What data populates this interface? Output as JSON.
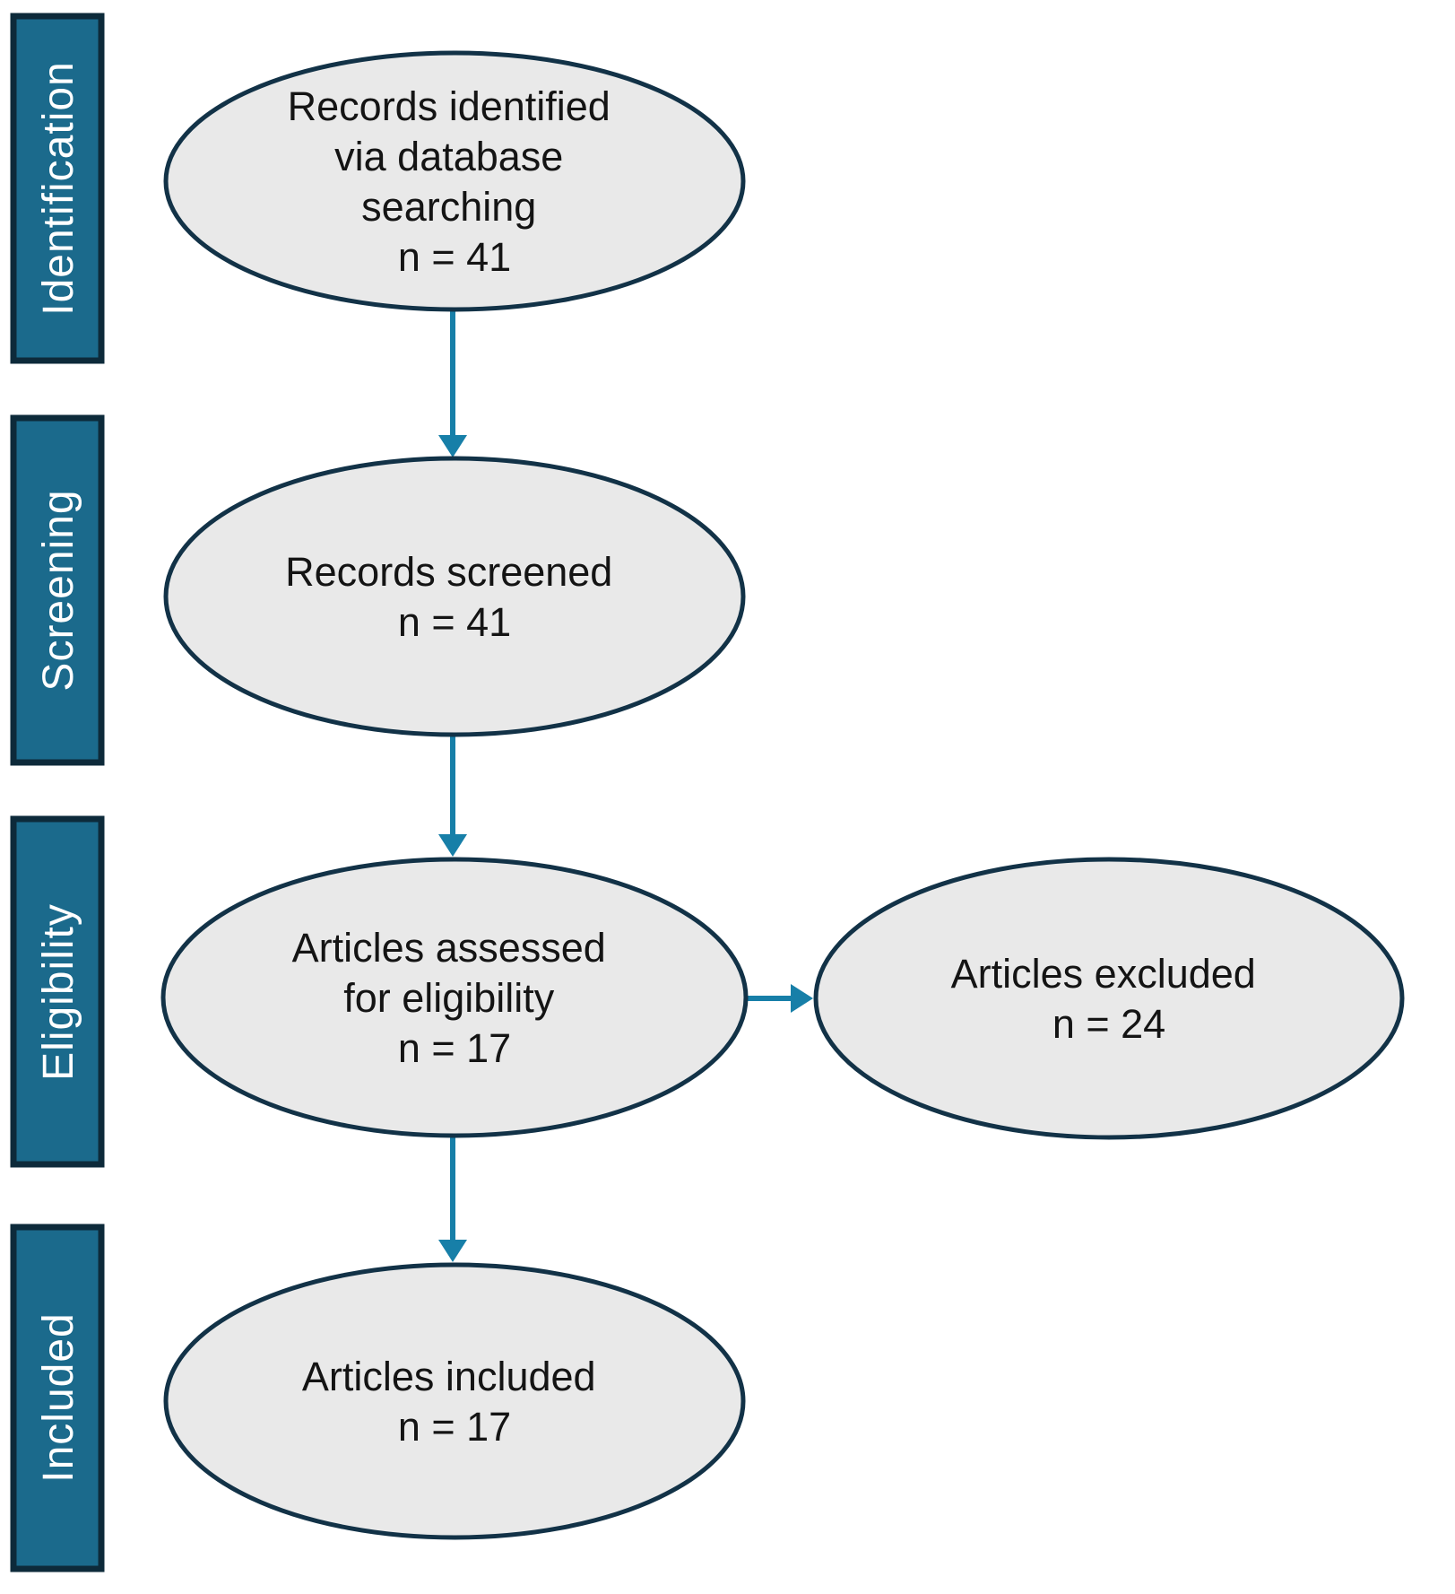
{
  "figure": {
    "type": "prisma-flow-diagram",
    "description": "Study selection flow diagram"
  },
  "colors": {
    "background": "#ffffff",
    "band_fill": "#1b6a8c",
    "band_border": "#0d2a3a",
    "band_text": "#ffffff",
    "node_fill": "#e9e9e9",
    "node_border": "#123247",
    "node_text": "#141414",
    "arrow": "#177fa8"
  },
  "sidebar": {
    "stages": [
      {
        "label": "Identification"
      },
      {
        "label": "Screening"
      },
      {
        "label": "Eligibility"
      },
      {
        "label": "Included"
      }
    ]
  },
  "nodes": {
    "records_identified": {
      "lines": [
        "Records identified",
        "via database",
        "searching"
      ],
      "count": "n = 41"
    },
    "records_screened": {
      "lines": [
        "Records screened"
      ],
      "count": "n = 41"
    },
    "articles_assessed": {
      "lines": [
        "Articles assessed",
        "for eligibility"
      ],
      "count": "n = 17"
    },
    "articles_excluded": {
      "lines": [
        "Articles excluded"
      ],
      "count": "n = 24"
    },
    "articles_included": {
      "lines": [
        "Articles included"
      ],
      "count": "n = 17"
    }
  }
}
